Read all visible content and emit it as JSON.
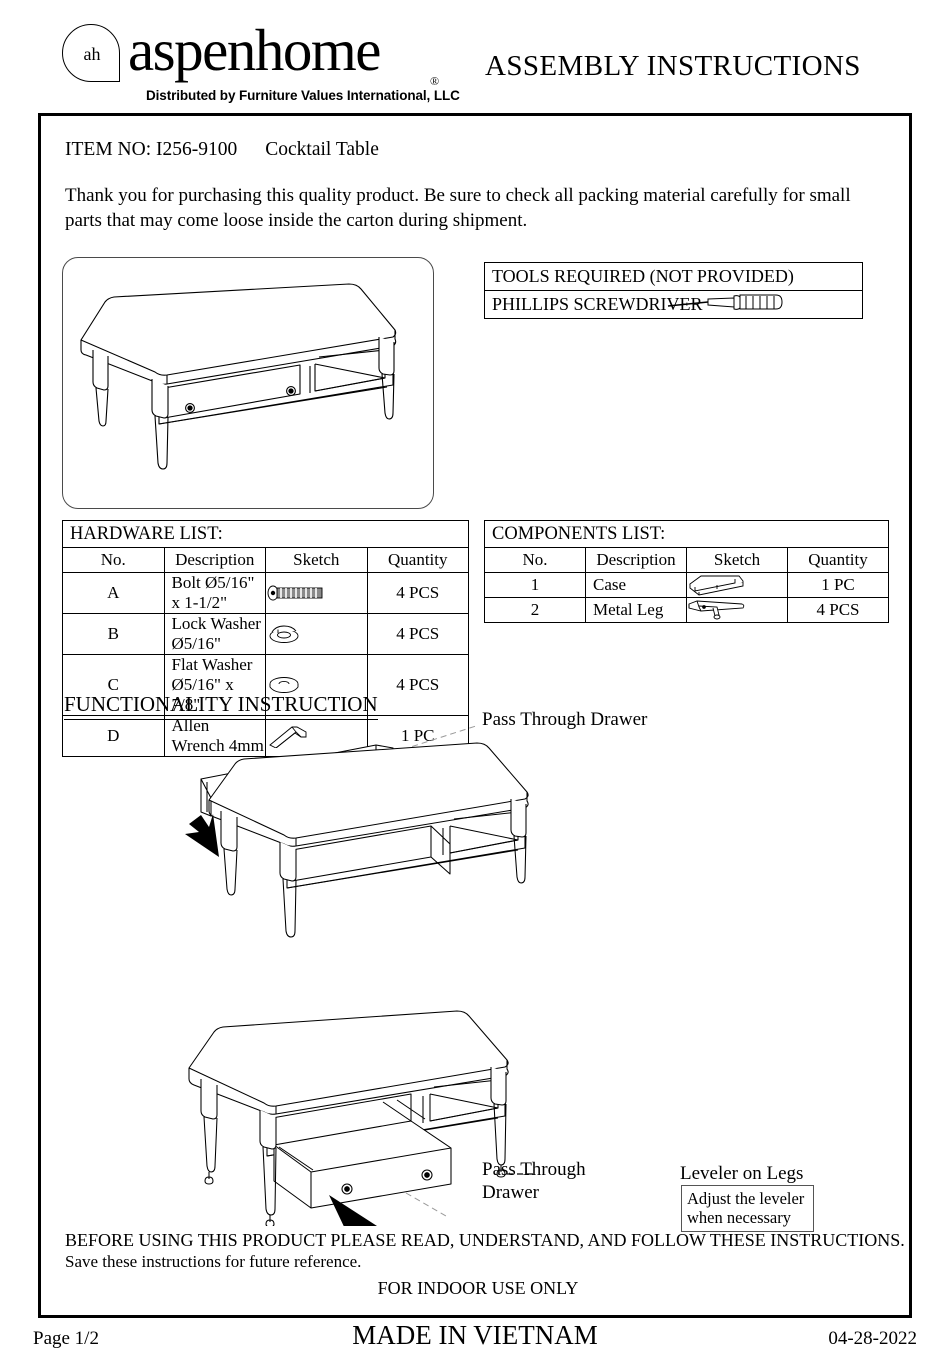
{
  "header": {
    "logo_mark_text": "ah",
    "brand": "aspenhome",
    "registered_mark": "®",
    "tagline": "Distributed by Furniture Values International, LLC",
    "doc_title": "ASSEMBLY INSTRUCTIONS"
  },
  "item": {
    "label": "ITEM NO: I256-9100",
    "name": "Cocktail Table"
  },
  "intro": "Thank you for purchasing this quality product. Be sure to check all packing material carefully for small parts that may come loose inside the carton during shipment.",
  "tools": {
    "title": "TOOLS REQUIRED (NOT PROVIDED)",
    "item": "PHILLIPS SCREWDRIVER",
    "icon": "screwdriver-icon"
  },
  "hardware_list": {
    "title": "HARDWARE  LIST:",
    "columns": [
      "No.",
      "Description",
      "Sketch",
      "Quantity"
    ],
    "rows": [
      {
        "no": "A",
        "description": "Bolt  Ø5/16\" x 1-1/2\"",
        "sketch": "bolt-icon",
        "quantity": "4 PCS"
      },
      {
        "no": "B",
        "description": "Lock Washer  Ø5/16\"",
        "sketch": "lock-washer-icon",
        "quantity": "4 PCS"
      },
      {
        "no": "C",
        "description": "Flat Washer  Ø5/16\" x 7/8\"",
        "sketch": "flat-washer-icon",
        "quantity": "4 PCS"
      },
      {
        "no": "D",
        "description": "Allen Wrench  4mm",
        "sketch": "allen-wrench-icon",
        "quantity": "1 PC"
      }
    ]
  },
  "components_list": {
    "title": "COMPONENTS LIST:",
    "columns": [
      "No.",
      "Description",
      "Sketch",
      "Quantity"
    ],
    "rows": [
      {
        "no": "1",
        "description": "Case",
        "sketch": "case-icon",
        "quantity": "1 PC"
      },
      {
        "no": "2",
        "description": "Metal Leg",
        "sketch": "metal-leg-icon",
        "quantity": "4 PCS"
      }
    ]
  },
  "functionality": {
    "heading": "FUNCTIONALITY INSTRUCTION",
    "callout_pass_through_1": "Pass Through Drawer",
    "callout_pass_through_2_line1": "Pass Through",
    "callout_pass_through_2_line2": "Drawer",
    "callout_leveler": "Leveler on Legs",
    "leveler_note_line1": "Adjust the leveler",
    "leveler_note_line2": "when necessary"
  },
  "notices": {
    "line1": "BEFORE USING THIS PRODUCT PLEASE READ, UNDERSTAND, AND FOLLOW THESE INSTRUCTIONS.",
    "line2": "Save these instructions for future reference.",
    "line3": "FOR INDOOR USE ONLY"
  },
  "footer": {
    "page": "Page 1/2",
    "made_in": "MADE IN VIETNAM",
    "date": "04-28-2022"
  },
  "colors": {
    "ink": "#000000",
    "frame": "#4a4a4a",
    "paper": "#ffffff"
  }
}
